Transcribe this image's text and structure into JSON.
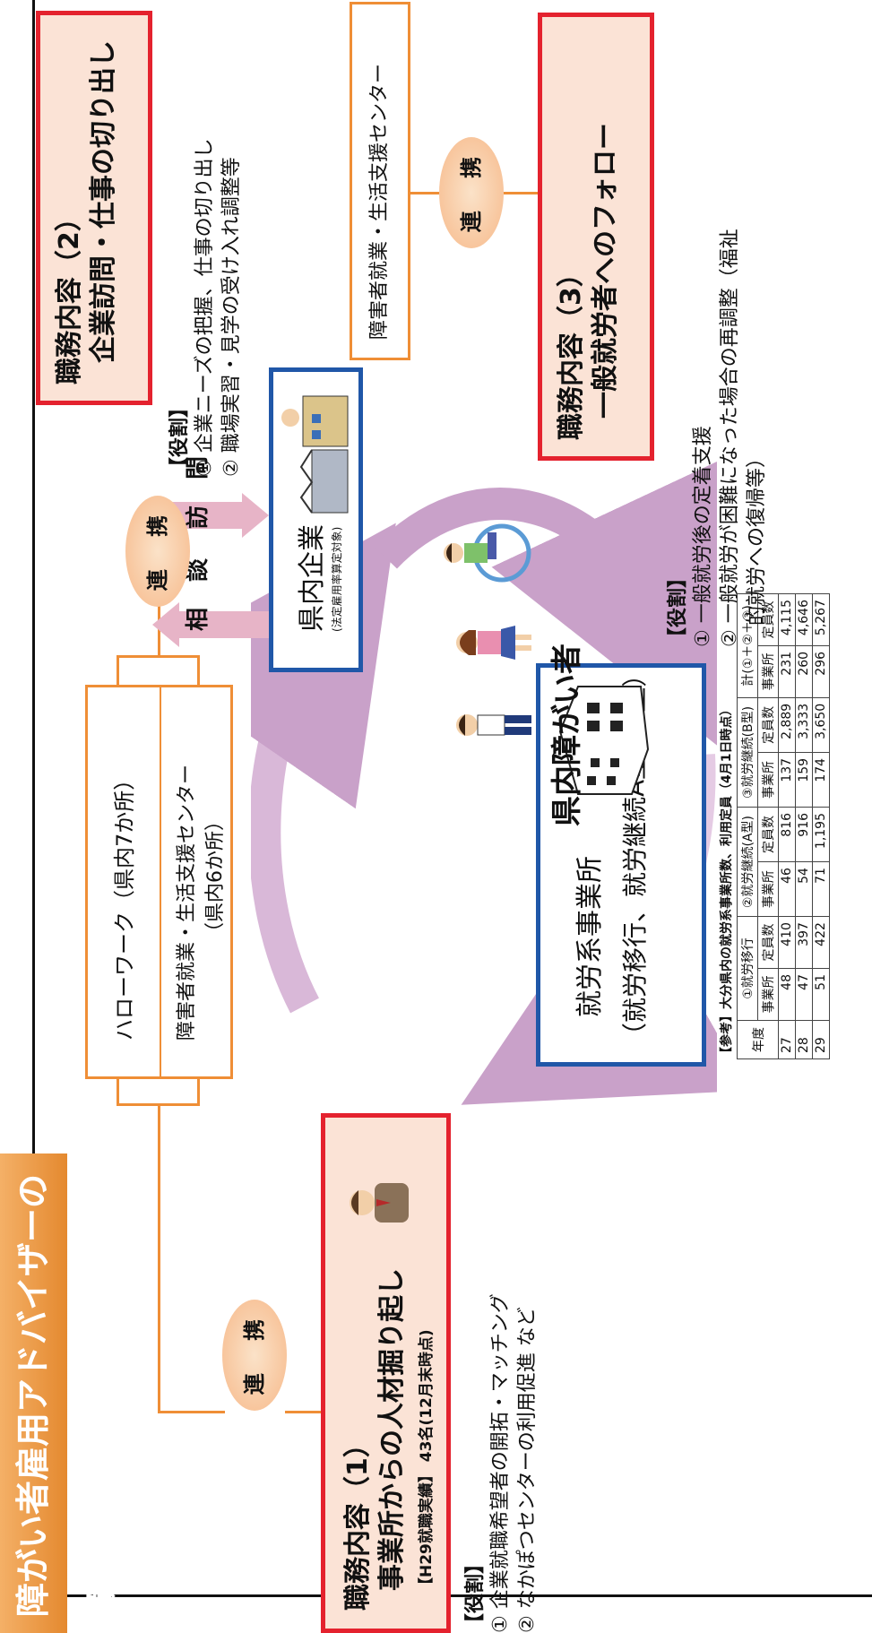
{
  "title": "障がい者雇用アドバイザーの職務内容",
  "renkei_label": "連 携",
  "hellowork": "ハローワーク（県内7か所）",
  "center_left_1": "障害者就業・生活支援センター",
  "center_left_2": "（県内6か所）",
  "center_right": "障害者就業・生活支援センター",
  "duty1": {
    "line1": "職務内容（1）",
    "line2": "事業所からの人材掘り起し",
    "note": "【H29就職実績】 43名(12月末時点)",
    "role_title": "【役割】",
    "roles": [
      "① 企業就職希望者の開拓・マッチング",
      "② なかぽつセンターの利用促進  など"
    ]
  },
  "duty2": {
    "line1": "職務内容（2）",
    "line2": "企業訪問・仕事の切り出し",
    "role_title": "【役割】",
    "roles": [
      "① 企業ニーズの把握、仕事の切り出し",
      "② 職場実習・見学の受け入れ調整等"
    ]
  },
  "duty3": {
    "line1": "職務内容（3）",
    "line2": "一般就労者へのフォロー",
    "role_title": "【役割】",
    "roles": [
      "① 一般就労後の定着支援",
      "② 一般就労が困難になった場合の再調整（福祉",
      "的就労への復帰等）"
    ]
  },
  "arrows": {
    "soudan": "相 談",
    "houmon": "訪 問"
  },
  "company": {
    "name": "県内企業",
    "sub": "(法定雇用率算定対象)"
  },
  "disabled": "県内障がい者",
  "office": {
    "line1": "就労系事業所",
    "line2": "（就労移行、就労継続A型・B型）"
  },
  "ref_table": {
    "caption": "【参考】大分県内の就労系事業所数、利用定員（4月1日時点）",
    "group_headers": [
      "年度",
      "①就労移行",
      "②就労継続(A型)",
      "③就労継続(B型)",
      "計(①＋②＋③)"
    ],
    "sub_headers": [
      "事業所",
      "定員数",
      "事業所",
      "定員数",
      "事業所",
      "定員数",
      "事業所",
      "定員数"
    ],
    "rows": [
      [
        "27",
        "48",
        "410",
        "46",
        "816",
        "137",
        "2,889",
        "231",
        "4,115"
      ],
      [
        "28",
        "47",
        "397",
        "54",
        "916",
        "159",
        "3,333",
        "260",
        "4,646"
      ],
      [
        "29",
        "51",
        "422",
        "71",
        "1,195",
        "174",
        "3,650",
        "296",
        "5,267"
      ]
    ]
  },
  "colors": {
    "red": "#e4222e",
    "blue": "#2057a8",
    "orange": "#ef8e36",
    "pink_fill": "#fbe3d6",
    "cycle": "#c9a1c9"
  },
  "icons": [
    "advisor-icon",
    "factory-icon",
    "building-icon",
    "person-icon",
    "wheelchair-icon"
  ]
}
